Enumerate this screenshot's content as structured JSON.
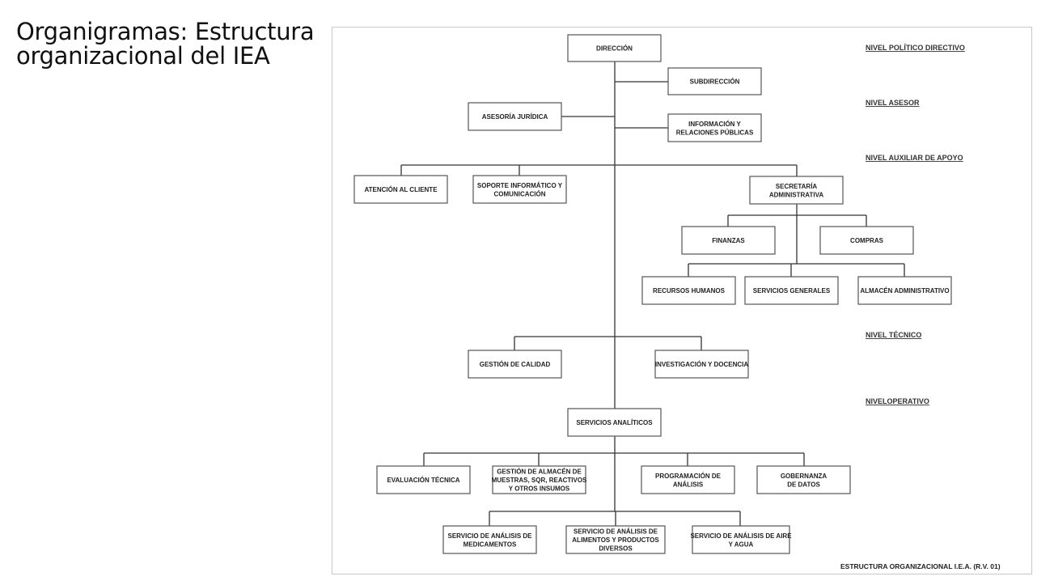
{
  "slide": {
    "title_line1": "Organigramas: Estructura",
    "title_line2": "organizacional del IEA"
  },
  "levels": {
    "politico": "NIVEL POLÍTICO DIRECTIVO",
    "asesor": "NIVEL ASESOR",
    "auxiliar": "NIVEL AUXILIAR DE APOYO",
    "tecnico": "NIVEL TÉCNICO",
    "operativo": "NIVELOPERATIVO"
  },
  "units": {
    "direccion": [
      "DIRECCIÓN"
    ],
    "subdireccion": [
      "SUBDIRECCIÓN"
    ],
    "asesoria": [
      "ASESORÍA JURÍDICA"
    ],
    "informacion": [
      "INFORMACIÓN Y",
      "RELACIONES PÚBLICAS"
    ],
    "atencion": [
      "ATENCIÓN AL CLIENTE"
    ],
    "soporte": [
      "SOPORTE INFORMÁTICO Y",
      "COMUNICACIÓN"
    ],
    "secretaria": [
      "SECRETARÍA",
      "ADMINISTRATIVA"
    ],
    "finanzas": [
      "FINANZAS"
    ],
    "compras": [
      "COMPRAS"
    ],
    "rrhh": [
      "RECURSOS HUMANOS"
    ],
    "servicios_generales": [
      "SERVICIOS GENERALES"
    ],
    "almacen_admin": [
      "ALMACÉN ADMINISTRATIVO"
    ],
    "calidad": [
      "GESTIÓN DE CALIDAD"
    ],
    "investigacion": [
      "INVESTIGACIÓN Y DOCENCIA"
    ],
    "analiticos": [
      "SERVICIOS ANALÍTICOS"
    ],
    "evaluacion": [
      "EVALUACIÓN TÉCNICA"
    ],
    "gestion_almacen": [
      "GESTIÓN DE ALMACÉN DE",
      "MUESTRAS, SQR, REACTIVOS",
      "Y OTROS INSUMOS"
    ],
    "programacion": [
      "PROGRAMACIÓN DE",
      "ANÁLISIS"
    ],
    "gobernanza": [
      "GOBERNANZA",
      "DE DATOS"
    ],
    "medicamentos": [
      "SERVICIO DE ANÁLISIS DE",
      "MEDICAMENTOS"
    ],
    "alimentos": [
      "SERVICIO DE ANÁLISIS DE",
      "ALIMENTOS Y PRODUCTOS",
      "DIVERSOS"
    ],
    "aire_agua": [
      "SERVICIO DE ANÁLISIS DE AIRE",
      "Y AGUA"
    ]
  },
  "footer": "ESTRUCTURA ORGANIZACIONAL I.E.A. (R.V. 01)"
}
